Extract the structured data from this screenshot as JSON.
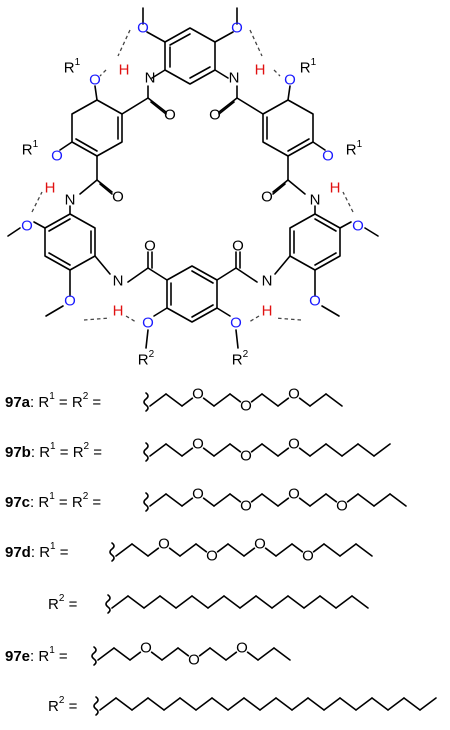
{
  "colors": {
    "bond": "#000000",
    "oxygen": "#1a1aff",
    "hydrogen": "#e01010",
    "nitrogen": "#000000",
    "hbond": "#444444"
  },
  "atoms": {
    "O": "O",
    "N": "N",
    "H": "H",
    "R1": "R1",
    "R2": "R2"
  },
  "compounds": [
    {
      "id": "97a",
      "assign": ": R1 = R2 = "
    },
    {
      "id": "97b",
      "assign": ": R1 = R2 = "
    },
    {
      "id": "97c",
      "assign": ": R1 = R2 = "
    },
    {
      "id": "97d",
      "assign": ": R1 = "
    },
    {
      "id": "97d-r2",
      "assign": "R2 = "
    },
    {
      "id": "97e",
      "assign": ": R1 = "
    },
    {
      "id": "97e-r2",
      "assign": "R2 = "
    }
  ],
  "compound_labels": [
    "97a",
    "97b",
    "97c",
    "97d",
    "",
    "97e",
    ""
  ],
  "assign_labels": [
    ": R",
    ": R",
    ": R",
    ": R",
    "R",
    ": R",
    "R"
  ]
}
